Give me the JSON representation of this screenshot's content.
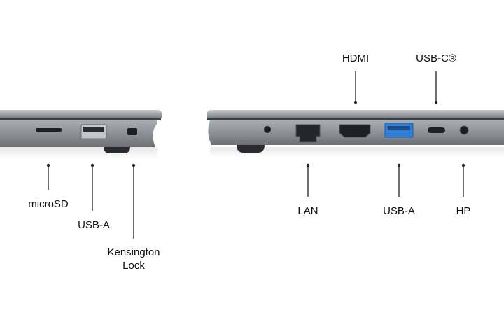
{
  "left_side": {
    "ports": [
      {
        "id": "microsd",
        "label": "microSD"
      },
      {
        "id": "usb-a-left",
        "label": "USB-A"
      },
      {
        "id": "kensington",
        "label_lines": [
          "Kensington",
          "Lock"
        ]
      }
    ]
  },
  "right_side": {
    "ports_top": [
      {
        "id": "hdmi",
        "label": "HDMI"
      },
      {
        "id": "usb-c",
        "label": "USB-C®"
      }
    ],
    "ports_bottom": [
      {
        "id": "lan",
        "label": "LAN"
      },
      {
        "id": "usb-a-right",
        "label": "USB-A"
      },
      {
        "id": "hp",
        "label": "HP"
      }
    ]
  },
  "colors": {
    "chassis": "#8d9196",
    "chassis_dark": "#5f6368",
    "usb3_blue": "#2f7fd6",
    "port_black": "#1e1f22",
    "leader_line": "#222222"
  }
}
